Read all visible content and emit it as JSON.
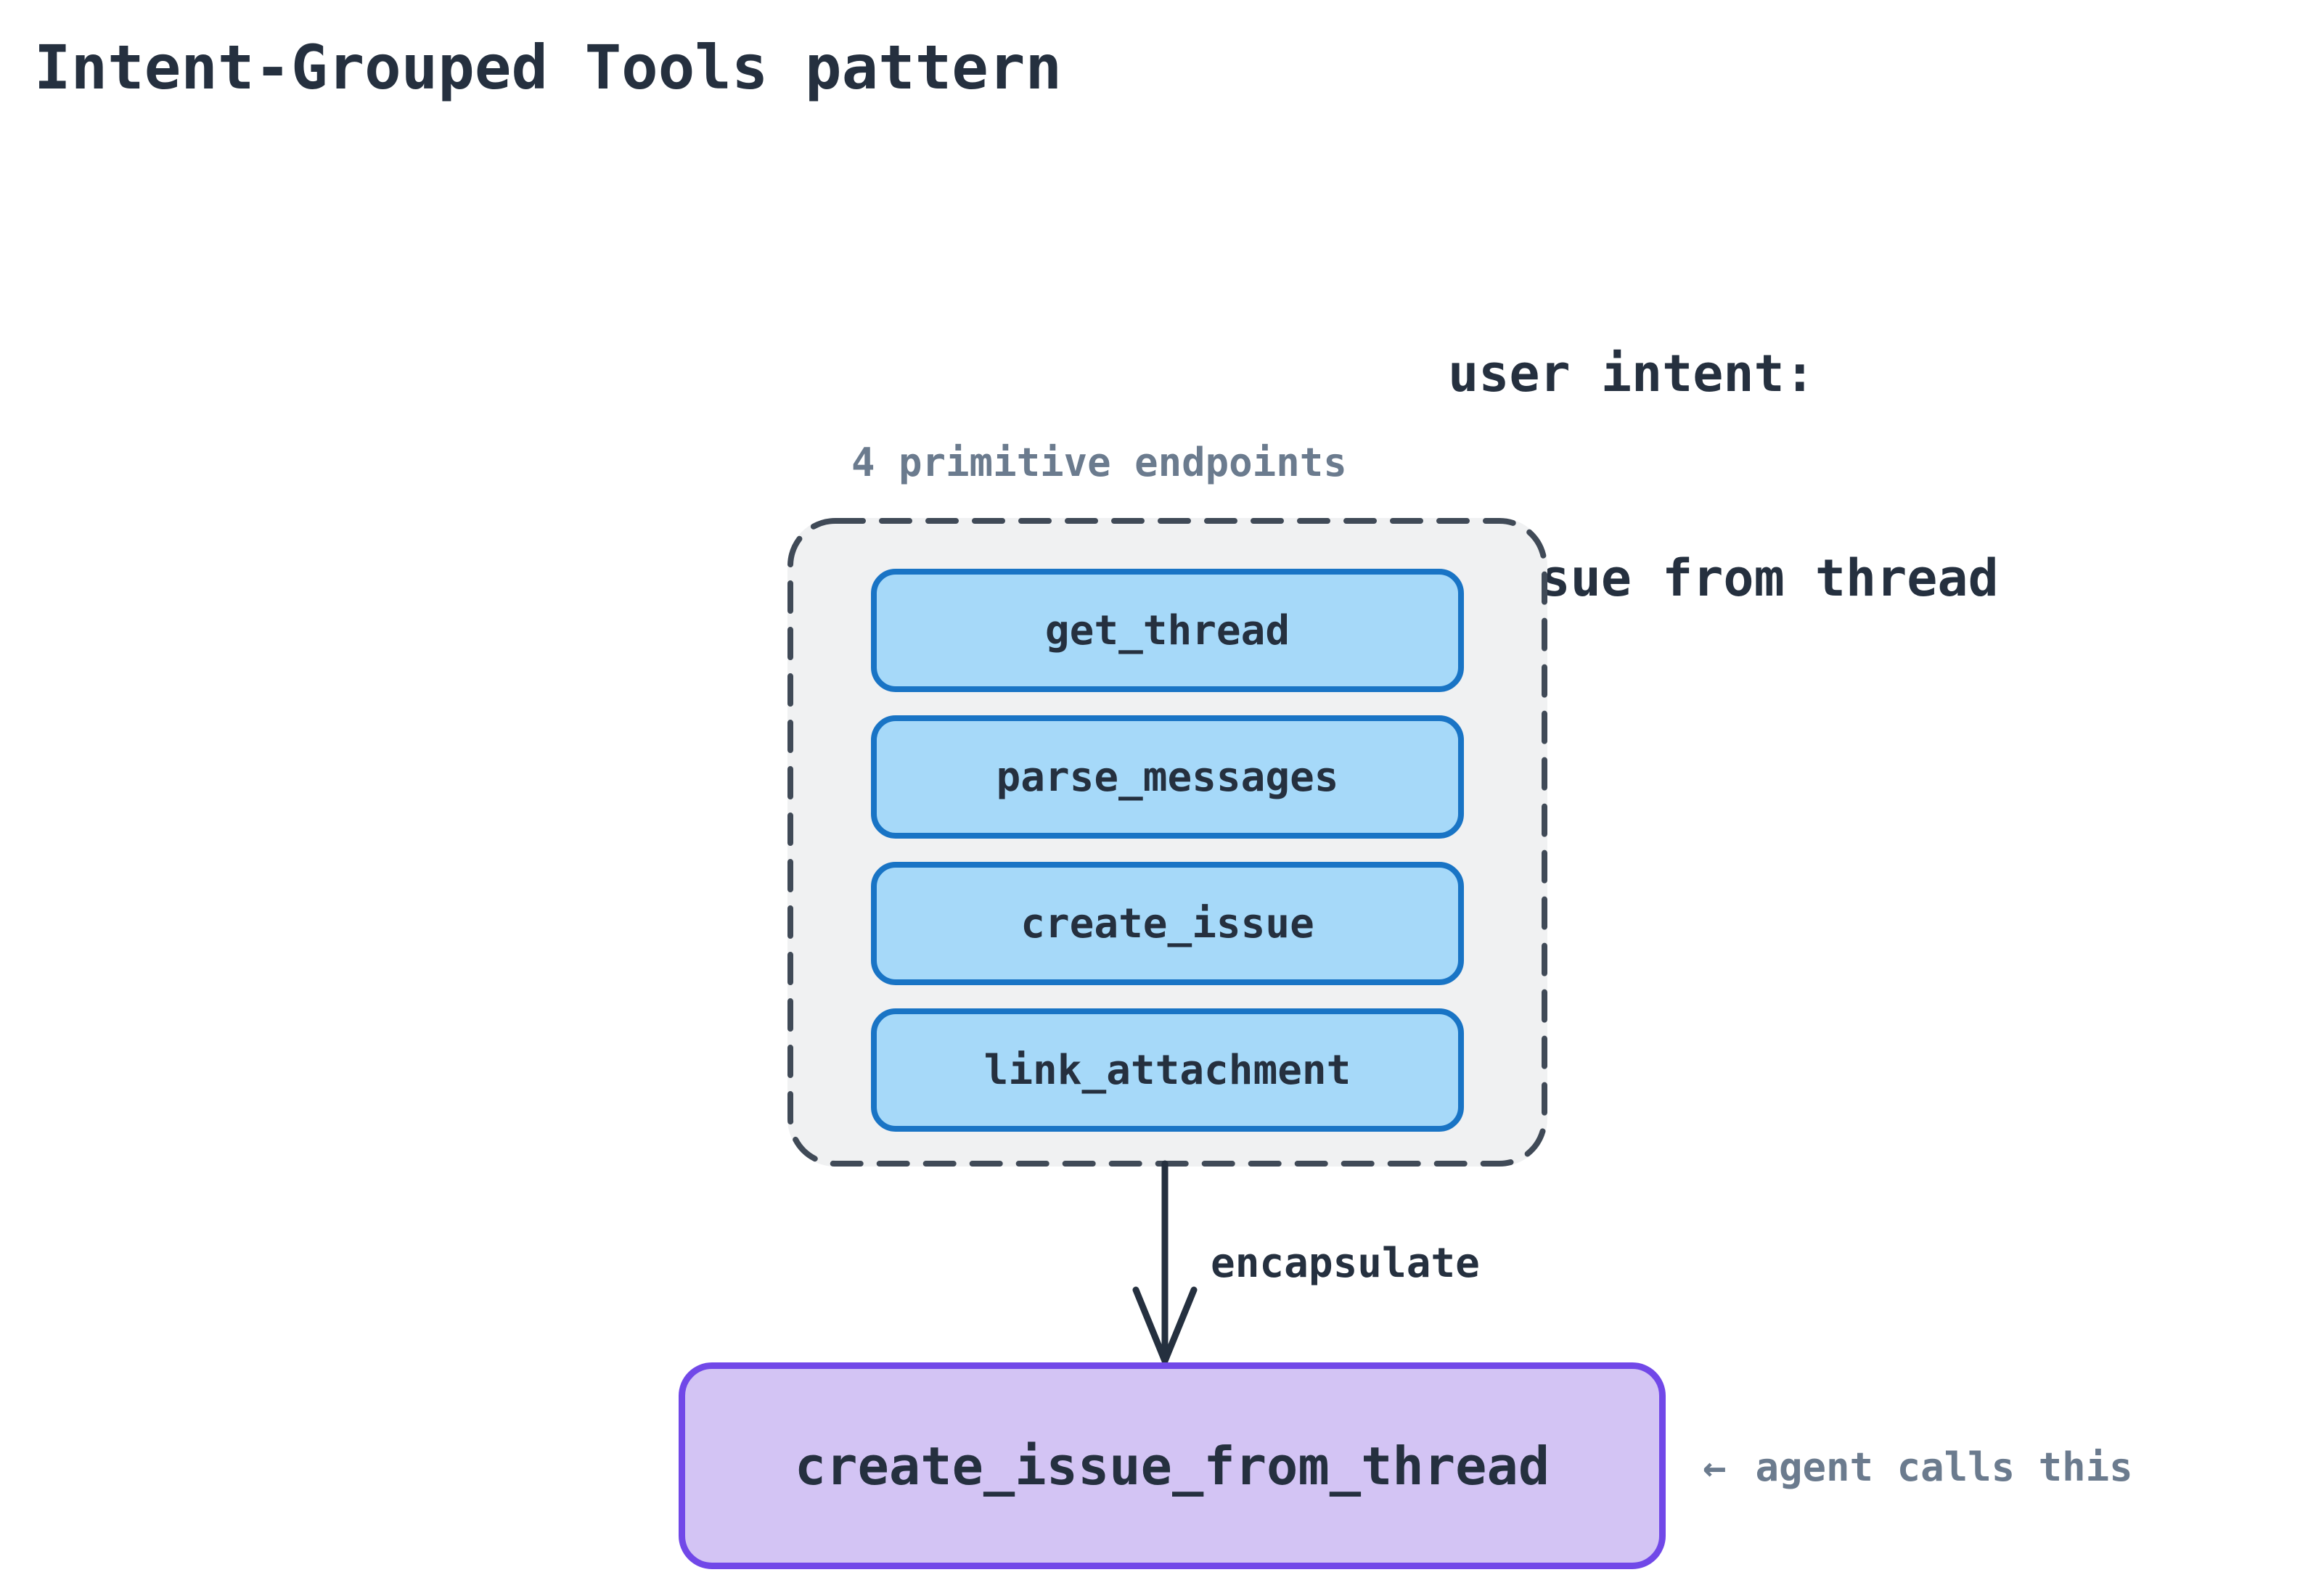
{
  "title": "Intent-Grouped Tools pattern",
  "user_intent": {
    "line1": "user intent:",
    "line2": "create issue from thread"
  },
  "primitives": {
    "caption": "4 primitive endpoints",
    "items": [
      {
        "label": "get_thread"
      },
      {
        "label": "parse_messages"
      },
      {
        "label": "create_issue"
      },
      {
        "label": "link_attachment"
      }
    ]
  },
  "flow": {
    "arrow_label": "encapsulate",
    "arrow_icon_name": "down-arrow"
  },
  "grouped_tool": {
    "label": "create_issue_from_thread"
  },
  "annotation": {
    "arrow": "←",
    "text": "agent calls this"
  },
  "colors": {
    "background": "#ffffff",
    "dark_text": "#25303f",
    "muted_text": "#6b7b8e",
    "group_fill": "#f0f1f2",
    "group_dash_border": "#404a57",
    "primitive_fill": "#a6d9f9",
    "primitive_border": "#1974c5",
    "grouped_fill": "#d3c4f4",
    "grouped_border": "#7148e8",
    "arrow_stroke": "#25303f"
  }
}
